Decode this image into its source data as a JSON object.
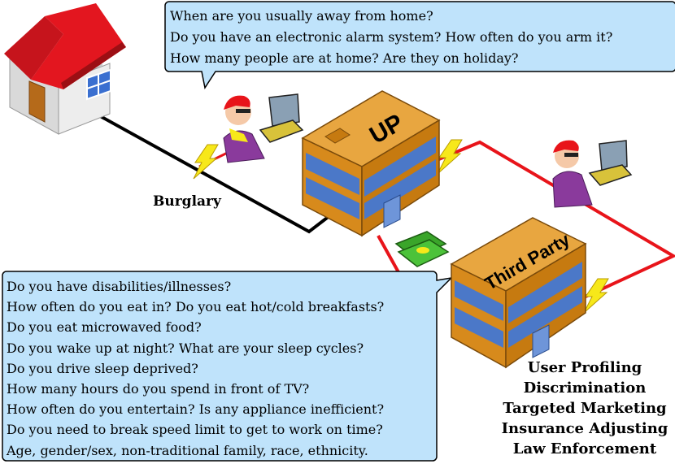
{
  "top_bubble": {
    "lines": [
      "When are you usually away from home?",
      "Do you have an electronic alarm system? How often do you arm it?",
      "How many people are at home? Are they on holiday?"
    ]
  },
  "bottom_bubble": {
    "lines": [
      "Do you have disabilities/illnesses?",
      "How often do you eat in? Do you eat hot/cold breakfasts?",
      "Do you eat microwaved food?",
      "Do you wake up at night? What are your sleep cycles?",
      "Do you drive sleep deprived?",
      "How many hours do you spend in front of TV?",
      "How often do you entertain? Is any appliance inefficient?",
      "Do you need to break speed limit to get to work on time?",
      "Age, gender/sex, non-traditional family, race, ethnicity."
    ]
  },
  "labels": {
    "burglary": "Burglary",
    "utility_building": "UP",
    "third_party_building": "Third Party"
  },
  "uses": [
    "User Profiling",
    "Discrimination",
    "Targeted Marketing",
    "Insurance Adjusting",
    "Law Enforcement"
  ],
  "colors": {
    "bubble_fill": "#bfe3fb",
    "link_red": "#e8141a",
    "link_black": "#000000",
    "building_orange": "#d78a1c",
    "window_blue": "#4b78c8",
    "roof_red": "#d8151d",
    "hacker_purple": "#8a3a9c",
    "lightning_yellow": "#f7e81a",
    "money_green": "#3aa52a"
  },
  "icons": [
    "house-icon",
    "hacker-icon",
    "laptop-icon",
    "lightning-icon",
    "building-icon",
    "money-icon"
  ]
}
